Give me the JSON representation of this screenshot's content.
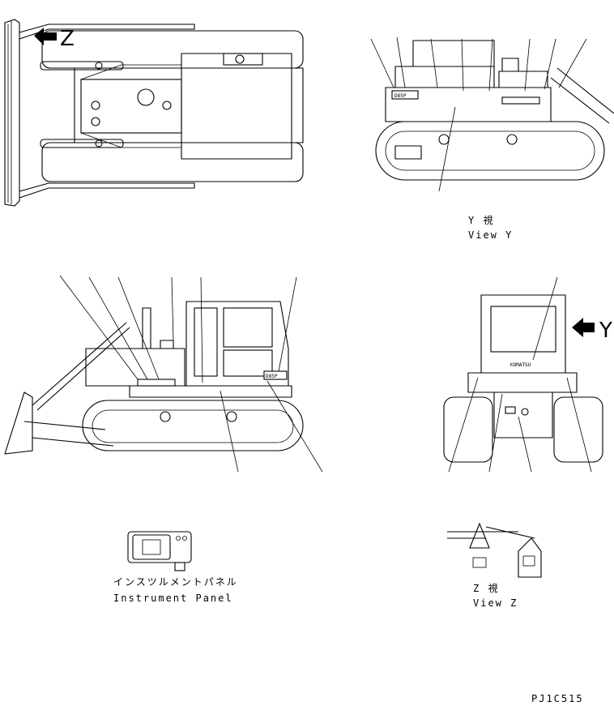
{
  "views": {
    "top": {
      "arrow_label": "Z"
    },
    "side_y": {
      "caption_jp": "Y 視",
      "caption_en": "View Y",
      "model_plate": "D85P"
    },
    "side_left": {
      "model_plate": "D85P"
    },
    "rear": {
      "arrow_label": "Y",
      "brand_text": "KOMATSU"
    },
    "panel": {
      "caption_jp": "インスツルメントパネル",
      "caption_en": "Instrument Panel"
    },
    "view_z": {
      "caption_jp": "Z 視",
      "caption_en": "View Z"
    }
  },
  "drawing_code": "PJ1C515",
  "colors": {
    "line": "#000000",
    "background": "#ffffff"
  }
}
